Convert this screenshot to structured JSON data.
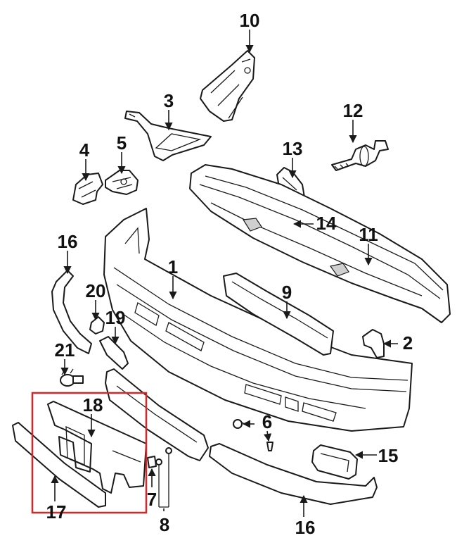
{
  "colors": {
    "line": "#1a1a1a",
    "highlight_box": "#d62828",
    "background": "#ffffff"
  },
  "callouts": [
    {
      "id": "c10",
      "label": "10"
    },
    {
      "id": "c3",
      "label": "3"
    },
    {
      "id": "c12",
      "label": "12"
    },
    {
      "id": "c4",
      "label": "4"
    },
    {
      "id": "c5",
      "label": "5"
    },
    {
      "id": "c13",
      "label": "13"
    },
    {
      "id": "c14",
      "label": "14"
    },
    {
      "id": "c16a",
      "label": "16"
    },
    {
      "id": "c11",
      "label": "11"
    },
    {
      "id": "c1",
      "label": "1"
    },
    {
      "id": "c20",
      "label": "20"
    },
    {
      "id": "c9",
      "label": "9"
    },
    {
      "id": "c19",
      "label": "19"
    },
    {
      "id": "c2",
      "label": "2"
    },
    {
      "id": "c21",
      "label": "21"
    },
    {
      "id": "c18",
      "label": "18"
    },
    {
      "id": "c6",
      "label": "6"
    },
    {
      "id": "c15",
      "label": "15"
    },
    {
      "id": "c7",
      "label": "7"
    },
    {
      "id": "c17",
      "label": "17"
    },
    {
      "id": "c8",
      "label": "8"
    },
    {
      "id": "c16b",
      "label": "16"
    }
  ]
}
